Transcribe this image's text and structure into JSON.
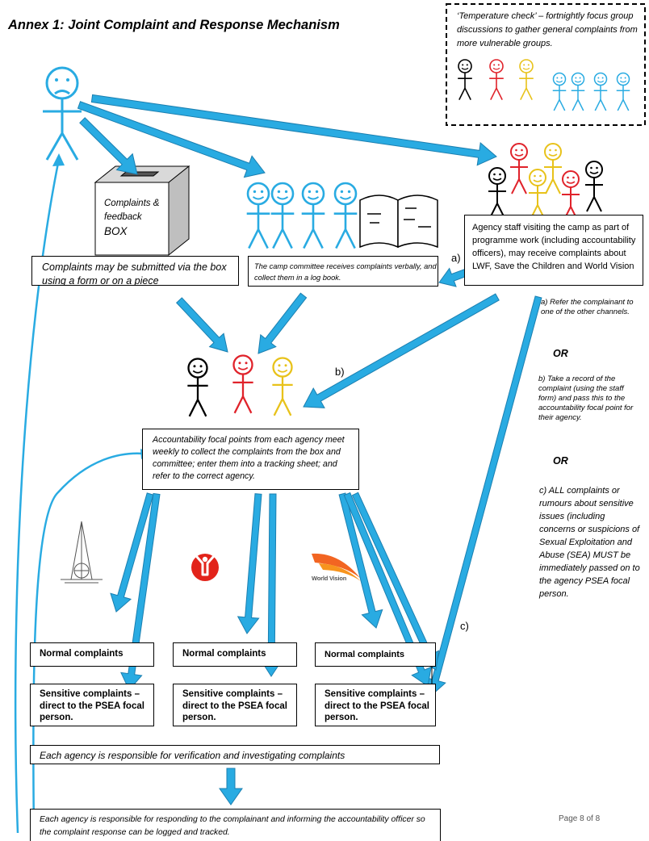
{
  "title": "Annex 1: Joint Complaint and Response Mechanism",
  "temperature_check": "‘Temperature check’ – fortnightly focus group discussions to gather general complaints from more vulnerable groups.",
  "box_label_top": "Complaints & feedback",
  "box_label_bottom": "BOX",
  "channels": {
    "box_text": "Complaints may be submitted via the box using a form or on a piece",
    "committee_text": "The camp committee receives complaints verbally, and collect them in a log book.",
    "staff_text": "Agency staff visiting the camp as part of programme work (including accountability officers), may receive complaints about LWF, Save the Children and World Vision"
  },
  "arrow_labels": {
    "a": "a)",
    "b": "b)",
    "c": "c)"
  },
  "options": {
    "a": "a) Refer the complainant to one of the other channels.",
    "or1": "OR",
    "b": "b) Take a record of the complaint (using the staff form) and pass this to the accountability focal point for their agency.",
    "or2": "OR",
    "c": "c) ALL complaints or rumours about sensitive issues (including concerns or suspicions of Sexual Exploitation and Abuse (SEA) MUST be immediately passed on to the agency PSEA focal person."
  },
  "focal_text": "Accountability focal points from each agency meet weekly to collect the complaints from the box and committee; enter them into a tracking sheet; and refer to the correct agency.",
  "agencies": {
    "worldvision": "World Vision"
  },
  "normal_label": "Normal complaints",
  "sensitive_label": "Sensitive complaints – direct to the PSEA focal person.",
  "verification_text": "Each agency is responsible for verification and investigating complaints",
  "responding_text": "Each agency is responsible for responding to the complainant and informing the accountability officer so the complaint response can be logged and tracked.",
  "page_number": "Page 8 of 8",
  "colors": {
    "cyan": "#29abe2",
    "red": "#e0232b",
    "yellow": "#e8c21a",
    "black": "#000000",
    "wv_orange": "#f26522",
    "stc_red": "#e2231a"
  }
}
